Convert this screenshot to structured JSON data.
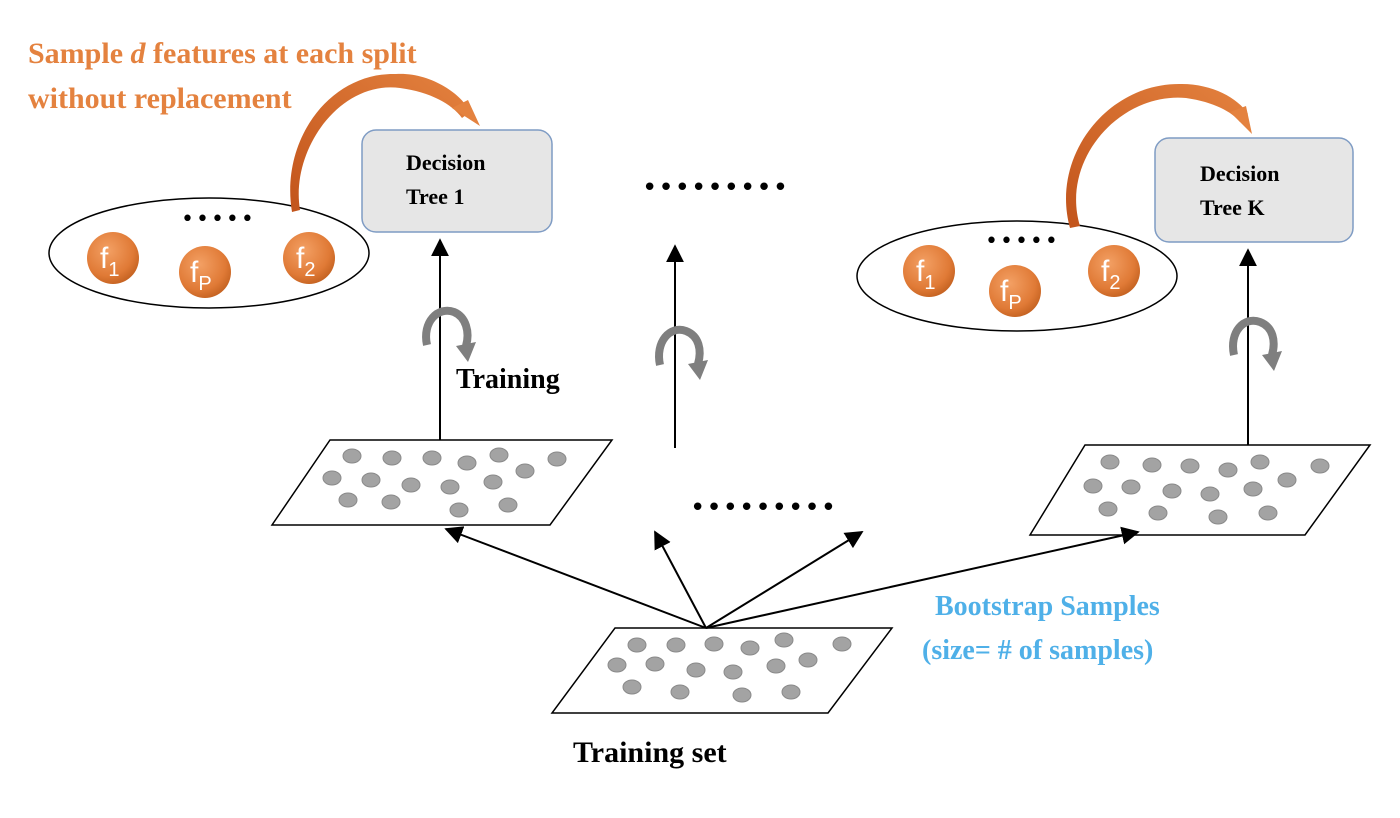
{
  "annotations": {
    "feature_sampling_line1_pre": "Sample ",
    "feature_sampling_d": "d",
    "feature_sampling_line1_post": " features at each split",
    "feature_sampling_line2": "without replacement",
    "training": "Training",
    "bootstrap_line1": "Bootstrap Samples",
    "bootstrap_line2": "(size= # of samples)",
    "training_set": "Training set"
  },
  "trees": [
    {
      "line1": "Decision",
      "line2": "Tree 1"
    },
    {
      "line1": "Decision",
      "line2": "Tree K"
    }
  ],
  "features": {
    "base": "f",
    "sub_1": "1",
    "sub_p": "P",
    "sub_2": "2",
    "ellipsis": "•••••"
  },
  "ellipsis_dots": "•••••••••",
  "colors": {
    "orange_text": "#e4823f",
    "blue_text": "#4fb0e8",
    "feature_ball": "#e07a36",
    "dot_gray": "#a3a3a3",
    "tree_box_fill": "#e6e6e6",
    "tree_box_border": "#7f9cc4",
    "curl_arrow": "#7f7f7f"
  }
}
